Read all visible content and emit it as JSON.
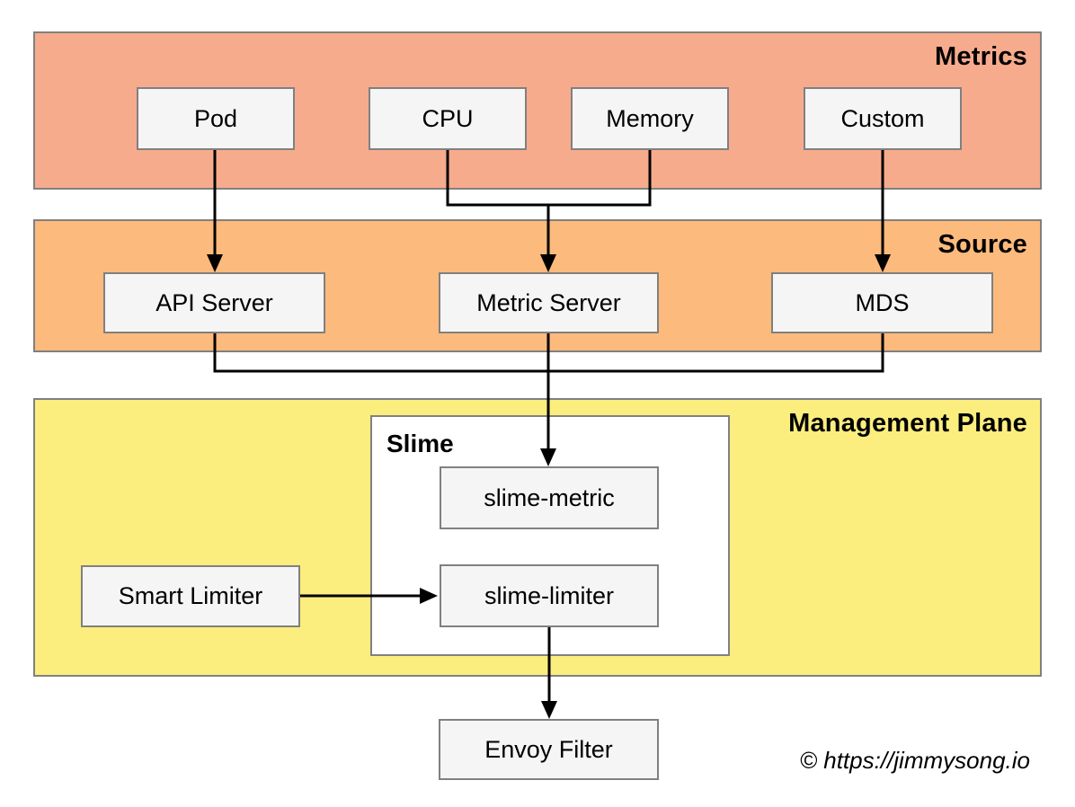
{
  "diagram": {
    "bands": {
      "metrics": {
        "label": "Metrics",
        "color": "#F7AB8D"
      },
      "source": {
        "label": "Source",
        "color": "#FCBA7C"
      },
      "management": {
        "label": "Management Plane",
        "color": "#FCEE7E"
      }
    },
    "nodes": {
      "pod": "Pod",
      "cpu": "CPU",
      "memory": "Memory",
      "custom": "Custom",
      "api_server": "API Server",
      "metric_server": "Metric Server",
      "mds": "MDS",
      "slime_group": "Slime",
      "slime_metric": "slime-metric",
      "slime_limiter": "slime-limiter",
      "smart_limiter": "Smart Limiter",
      "envoy_filter": "Envoy Filter"
    },
    "edges": [
      {
        "from": "Pod",
        "to": "API Server"
      },
      {
        "from": "CPU",
        "to": "Metric Server"
      },
      {
        "from": "Memory",
        "to": "Metric Server"
      },
      {
        "from": "Custom",
        "to": "MDS"
      },
      {
        "from": "API Server",
        "to": "slime-metric"
      },
      {
        "from": "Metric Server",
        "to": "slime-metric"
      },
      {
        "from": "MDS",
        "to": "slime-metric"
      },
      {
        "from": "Smart Limiter",
        "to": "slime-limiter"
      },
      {
        "from": "slime-limiter",
        "to": "Envoy Filter"
      }
    ],
    "colors": {
      "node_fill": "#F5F5F5",
      "node_border": "#808080",
      "arrow": "#000000"
    },
    "footer": {
      "copyright": "© https://jimmysong.io"
    }
  }
}
